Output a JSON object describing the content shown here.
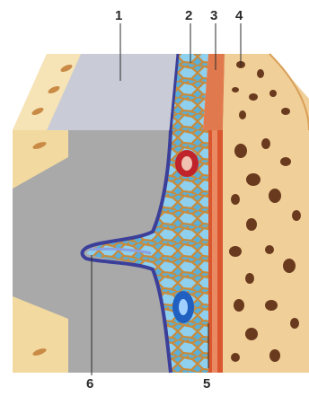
{
  "labels": {
    "l1": "1",
    "l2": "2",
    "l3": "3",
    "l4": "4",
    "l5": "5",
    "l6": "6"
  },
  "colors": {
    "bone_outer": "#f2d9a0",
    "bone_cell": "#c98a45",
    "dura_gray": "#a9a9a9",
    "top_gray": "#c9ccd6",
    "membrane_blue": "#3b3f9a",
    "mesh_tan": "#d9a05a",
    "cell_blue": "#5ab0d8",
    "red_layer": "#d9562e",
    "spongy_bone": "#f0cf98",
    "pore_brown": "#6a3a1e"
  }
}
